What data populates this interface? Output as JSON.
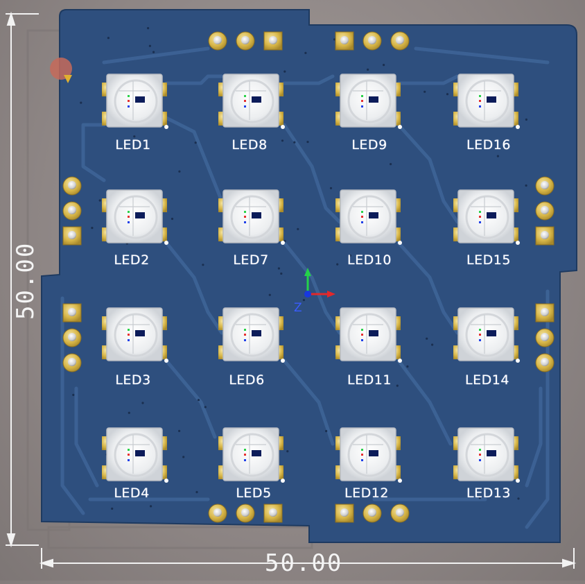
{
  "board": {
    "dimension_horizontal": "50.00",
    "dimension_vertical": "50.00",
    "origin_axis_label": "Z",
    "colors": {
      "substrate": "#2e4f7e",
      "copper": "#3a5f93",
      "pad_gold": "#d7b648",
      "led_body": "#f6f6f6",
      "silkscreen": "#ffffff",
      "background": "#8f8786"
    }
  },
  "leds": [
    {
      "ref": "LED1"
    },
    {
      "ref": "LED8"
    },
    {
      "ref": "LED9"
    },
    {
      "ref": "LED16"
    },
    {
      "ref": "LED2"
    },
    {
      "ref": "LED7"
    },
    {
      "ref": "LED10"
    },
    {
      "ref": "LED15"
    },
    {
      "ref": "LED3"
    },
    {
      "ref": "LED6"
    },
    {
      "ref": "LED11"
    },
    {
      "ref": "LED14"
    },
    {
      "ref": "LED4"
    },
    {
      "ref": "LED5"
    },
    {
      "ref": "LED12"
    },
    {
      "ref": "LED13"
    }
  ],
  "headers": [
    {
      "name": "top-left-header",
      "pins": 3
    },
    {
      "name": "top-right-header",
      "pins": 3
    },
    {
      "name": "left-upper-header",
      "pins": 3
    },
    {
      "name": "left-lower-header",
      "pins": 3
    },
    {
      "name": "right-upper-header",
      "pins": 3
    },
    {
      "name": "right-lower-header",
      "pins": 3
    },
    {
      "name": "bottom-left-header",
      "pins": 3
    },
    {
      "name": "bottom-right-header",
      "pins": 3
    }
  ]
}
